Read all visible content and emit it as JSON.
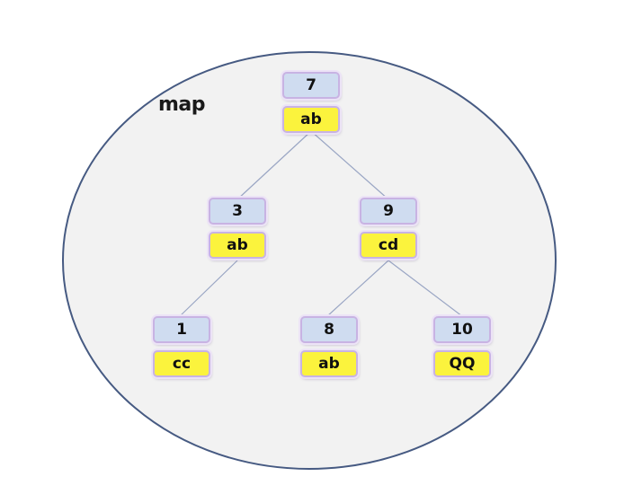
{
  "map_label": "map",
  "colors": {
    "ellipse_fill": "#f2f2f2",
    "ellipse_stroke": "#465a82",
    "key_fill": "#cfdcf0",
    "value_fill": "#fbf33d",
    "node_border": "#c8b3e3",
    "edge": "#9aa6c4"
  },
  "nodes": [
    {
      "id": "n7",
      "key": "7",
      "value": "ab"
    },
    {
      "id": "n3",
      "key": "3",
      "value": "ab"
    },
    {
      "id": "n9",
      "key": "9",
      "value": "cd"
    },
    {
      "id": "n1",
      "key": "1",
      "value": "cc"
    },
    {
      "id": "n8",
      "key": "8",
      "value": "ab"
    },
    {
      "id": "n10",
      "key": "10",
      "value": "QQ"
    }
  ],
  "edges": [
    {
      "from": "n7",
      "to": "n3"
    },
    {
      "from": "n7",
      "to": "n9"
    },
    {
      "from": "n3",
      "to": "n1"
    },
    {
      "from": "n9",
      "to": "n8"
    },
    {
      "from": "n9",
      "to": "n10"
    }
  ]
}
